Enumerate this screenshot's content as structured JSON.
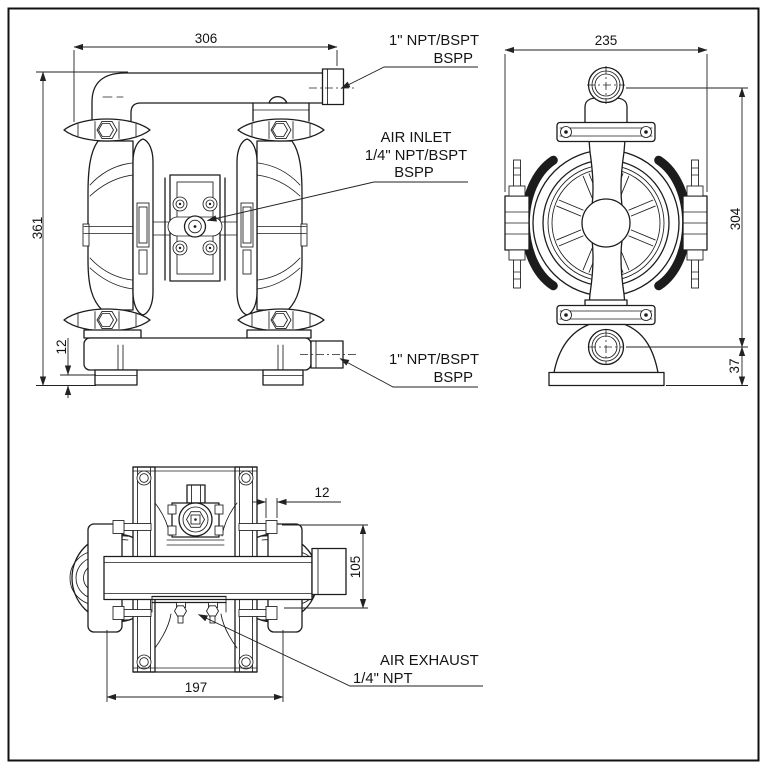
{
  "drawing": {
    "type": "diaphragm-pump dimensional drawing",
    "units_implied": "mm",
    "front_view": {
      "dim_width": "306",
      "dim_height": "361",
      "dim_foot_height": "12"
    },
    "side_view": {
      "dim_width": "235",
      "dim_height": "304",
      "dim_base_height": "37"
    },
    "top_view": {
      "dim_clamp_offset": "12",
      "dim_port_height": "105",
      "dim_width": "197"
    },
    "labels": {
      "discharge_line1": "1\" NPT/BSPT",
      "discharge_line2": "BSPP",
      "inlet_line1": "AIR INLET",
      "inlet_line2": "1/4\" NPT/BSPT",
      "inlet_line3": "BSPP",
      "suction_line1": "1\" NPT/BSPT",
      "suction_line2": "BSPP",
      "exhaust_line1": "AIR EXHAUST",
      "exhaust_line2": "1/4\" NPT"
    },
    "colors": {
      "line": "#1c1c1c",
      "background": "#ffffff"
    }
  }
}
